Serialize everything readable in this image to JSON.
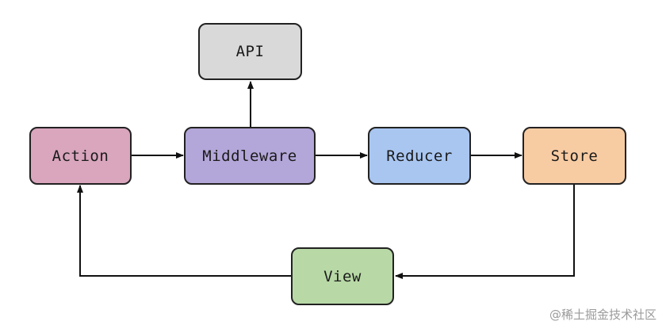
{
  "nodes": {
    "api": {
      "label": "API",
      "color": "#d9d9d9"
    },
    "action": {
      "label": "Action",
      "color": "#d9a6bd"
    },
    "middleware": {
      "label": "Middleware",
      "color": "#b3a6d8"
    },
    "reducer": {
      "label": "Reducer",
      "color": "#a9c6f1"
    },
    "store": {
      "label": "Store",
      "color": "#f8cca3"
    },
    "view": {
      "label": "View",
      "color": "#b8d9a6"
    }
  },
  "edges": [
    {
      "from": "action",
      "to": "middleware"
    },
    {
      "from": "middleware",
      "to": "api"
    },
    {
      "from": "middleware",
      "to": "reducer"
    },
    {
      "from": "reducer",
      "to": "store"
    },
    {
      "from": "store",
      "to": "view"
    },
    {
      "from": "view",
      "to": "action"
    }
  ],
  "watermark": "@稀土掘金技术社区"
}
